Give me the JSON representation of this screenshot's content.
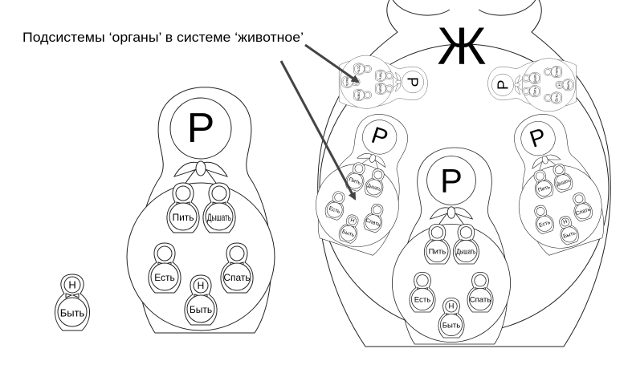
{
  "annotation": "Подсистемы ‘органы’ в системе ‘животное’",
  "system_label": "Ж",
  "subsystem_label": "Р",
  "element_head_label": "Н",
  "elements": [
    "Пить",
    "Дышать",
    "Есть",
    "Быть",
    "Спать"
  ],
  "mini_doll": {
    "head": "Н",
    "body": "Быть"
  },
  "colors": {
    "line": "#222222",
    "arrow": "#444444",
    "background": "#ffffff"
  }
}
